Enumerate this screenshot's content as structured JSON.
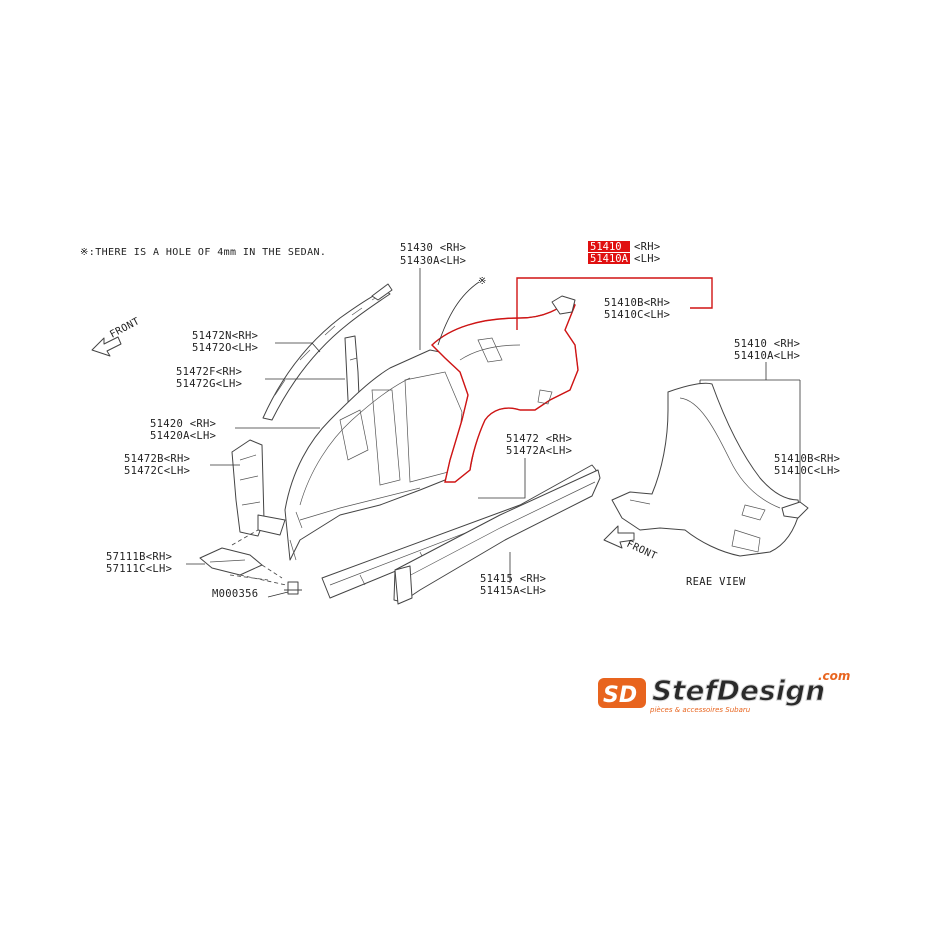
{
  "note": "※:THERE IS A HOLE OF 4mm IN THE SEDAN.",
  "note_marker": "※",
  "front_label": "FRONT",
  "rear_view_label": "REAE VIEW",
  "labels": {
    "p51430": "51430 <RH>",
    "p51430a": "51430A<LH>",
    "p51410_hl": "51410",
    "p51410_rh": "<RH>",
    "p51410a_hl": "51410A",
    "p51410a_lh": "<LH>",
    "p51410b": "51410B<RH>",
    "p51410c": "51410C<LH>",
    "p51472n": "51472N<RH>",
    "p51472o": "51472O<LH>",
    "p51472f": "51472F<RH>",
    "p51472g": "51472G<LH>",
    "p51420": "51420 <RH>",
    "p51420a": "51420A<LH>",
    "p51472b": "51472B<RH>",
    "p51472c": "51472C<LH>",
    "p51472": "51472 <RH>",
    "p51472a": "51472A<LH>",
    "p57111b": "57111B<RH>",
    "p57111c": "57111C<LH>",
    "pm000356": "M000356",
    "p51415": "51415 <RH>",
    "p51415a": "51415A<LH>",
    "r51410": "51410 <RH>",
    "r51410a": "51410A<LH>",
    "r51410b": "51410B<RH>",
    "r51410c": "51410C<LH>"
  },
  "logo": {
    "mark": "SD",
    "wordmark": "StefDesign",
    "domain": ".com",
    "tagline": "pièces & accessoires Subaru",
    "colors": {
      "orange": "#e8641e",
      "dark": "#2a2a2a",
      "light": "#cfcfcf"
    }
  },
  "colors": {
    "highlight": "#e01010",
    "line": "#444444"
  }
}
